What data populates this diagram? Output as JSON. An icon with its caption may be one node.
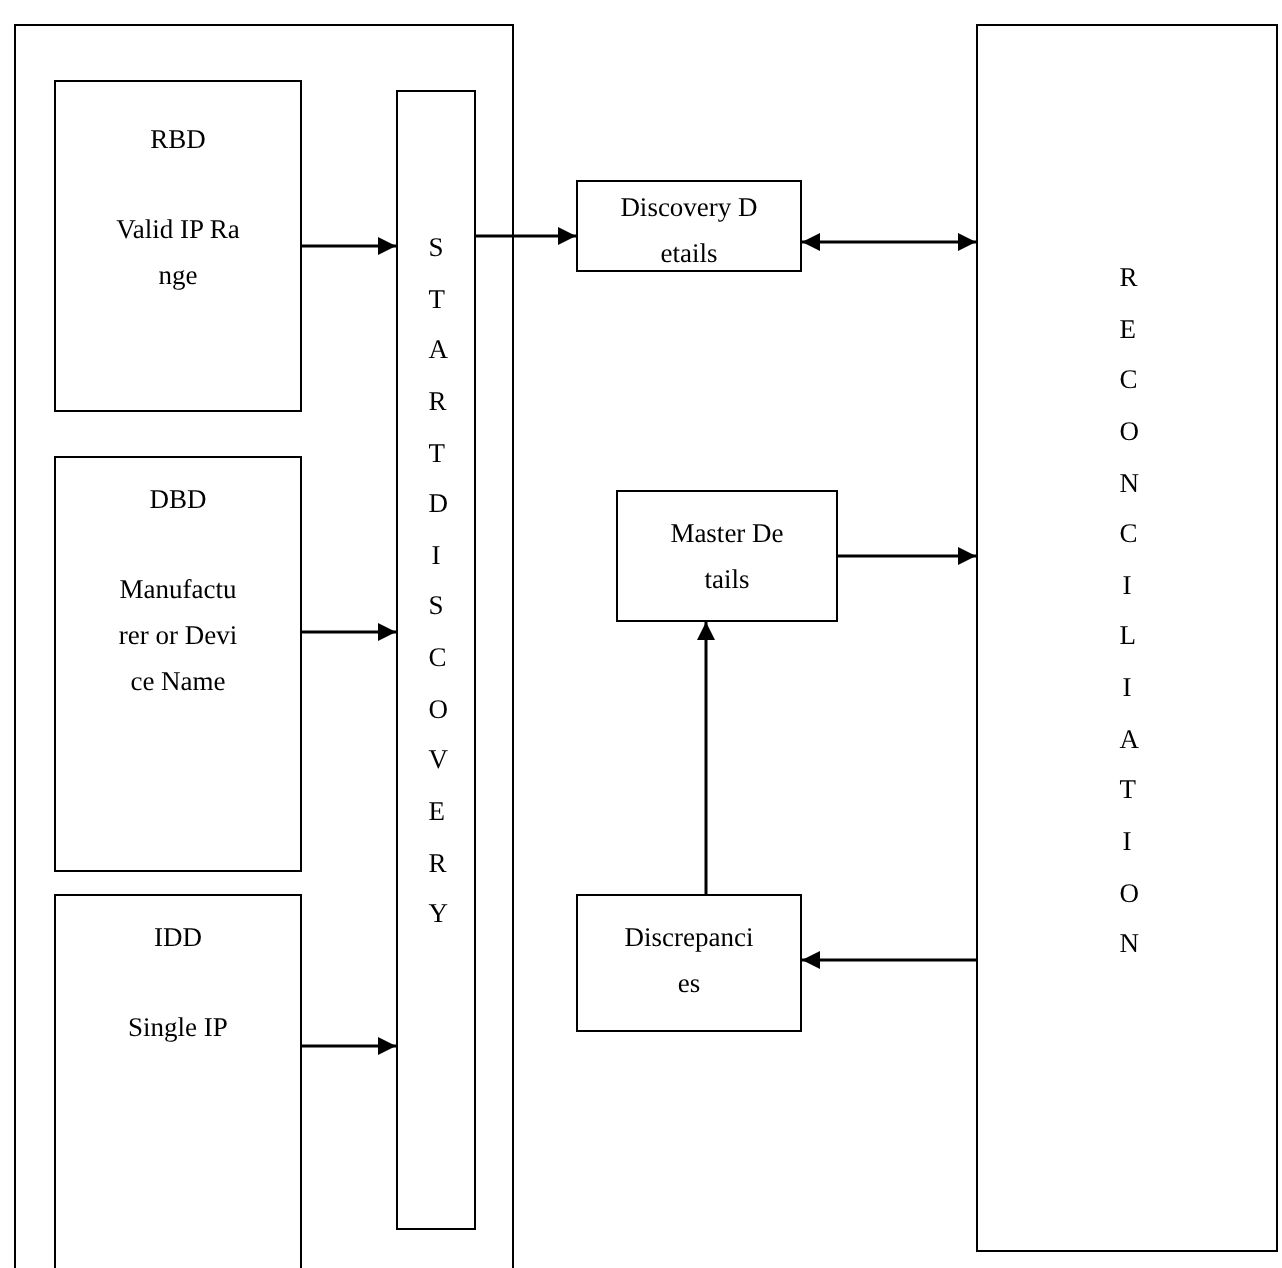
{
  "diagram": {
    "nodes": [
      {
        "text": [],
        "shape": "box"
      },
      {
        "text": [
          "RBD",
          "Valid IP Range"
        ],
        "in": 0
      },
      {
        "text": [
          "DBD",
          "Manufacturer or Device Name"
        ],
        "in": 0
      },
      {
        "text": [
          "IDD",
          "Single IP"
        ],
        "in": 0
      },
      {
        "text": [
          "START DISCOVERY"
        ],
        "in": 0
      },
      {
        "text": [
          "Discovery Details"
        ]
      },
      {
        "text": [
          "Master Details"
        ]
      },
      {
        "text": [
          "Discrepancies"
        ]
      },
      {
        "text": [
          "RECONCILIATION"
        ]
      }
    ],
    "edges": [
      {
        "from": 1,
        "to": 4,
        "arrow": "to"
      },
      {
        "from": 2,
        "to": 4,
        "arrow": "to"
      },
      {
        "from": 3,
        "to": 4,
        "arrow": "to"
      },
      {
        "from": 4,
        "to": 5,
        "arrow": "to"
      },
      {
        "from": 5,
        "to": 8,
        "arrow": "both"
      },
      {
        "from": 6,
        "to": 8,
        "arrow": "to"
      },
      {
        "from": 7,
        "to": 6,
        "arrow": "to"
      },
      {
        "from": 8,
        "to": 7,
        "arrow": "to"
      }
    ]
  }
}
